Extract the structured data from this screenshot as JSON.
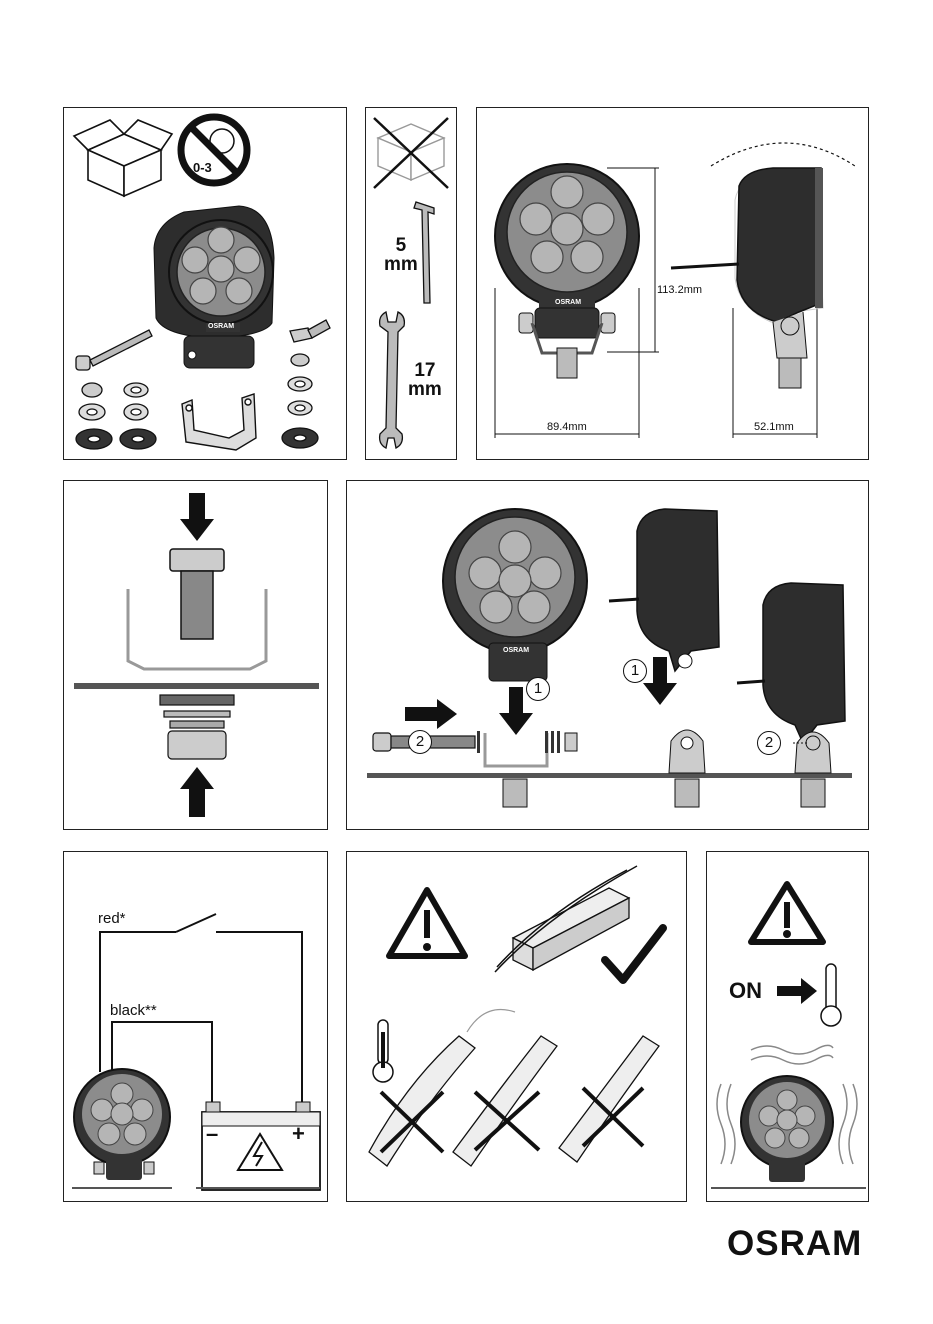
{
  "brand": "OSRAM",
  "panel1": {
    "age_label": "0-3",
    "lamp_brand": "OSRAM"
  },
  "panel2": {
    "hex_key_size": "5\nmm",
    "wrench_size": "17\nmm"
  },
  "panel3": {
    "height": "113.2mm",
    "width": "89.4mm",
    "depth": "52.1mm",
    "lamp_brand": "OSRAM"
  },
  "panel5": {
    "step1": "1",
    "step2": "2",
    "lamp_brand": "OSRAM"
  },
  "panel6": {
    "red_wire": "red*",
    "black_wire": "black**",
    "minus": "–",
    "plus": "+"
  },
  "panel8": {
    "on_label": "ON"
  },
  "colors": {
    "line": "#111111",
    "lamp_body": "#3a3a3a",
    "lens": "#8c8c8c",
    "metal": "#cfcfcf"
  }
}
